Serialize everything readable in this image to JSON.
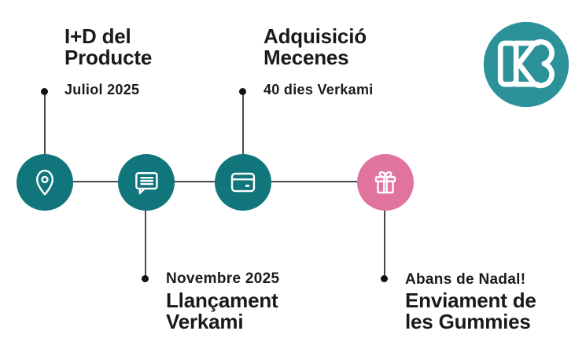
{
  "canvas": {
    "background_color": "#ffffff"
  },
  "logo": {
    "name": "KB monogram",
    "circle_color": "#2b929a",
    "glyph_color": "#ffffff"
  },
  "timeline": {
    "line_color": "#4a4a4a",
    "dot_color": "#111111",
    "text_color": "#1a1a1a",
    "teal_color": "#11767b",
    "pink_color": "#e1739f",
    "milestones": [
      {
        "title": "I+D del\nProducte",
        "date_label": "Juliol 2025",
        "icon": "location-pin-icon",
        "circle_color": "#11767b",
        "label_position": "top"
      },
      {
        "title": "Llançament\nVerkami",
        "date_label": "Novembre 2025",
        "icon": "chat-bubble-icon",
        "circle_color": "#11767b",
        "label_position": "bottom"
      },
      {
        "title": "Adquisició\nMecenes",
        "date_label": "40 dies Verkami",
        "icon": "credit-card-icon",
        "circle_color": "#11767b",
        "label_position": "top"
      },
      {
        "title": "Enviament de\nles Gummies",
        "date_label": "Abans de Nadal!",
        "icon": "gift-icon",
        "circle_color": "#e1739f",
        "label_position": "bottom"
      }
    ]
  }
}
